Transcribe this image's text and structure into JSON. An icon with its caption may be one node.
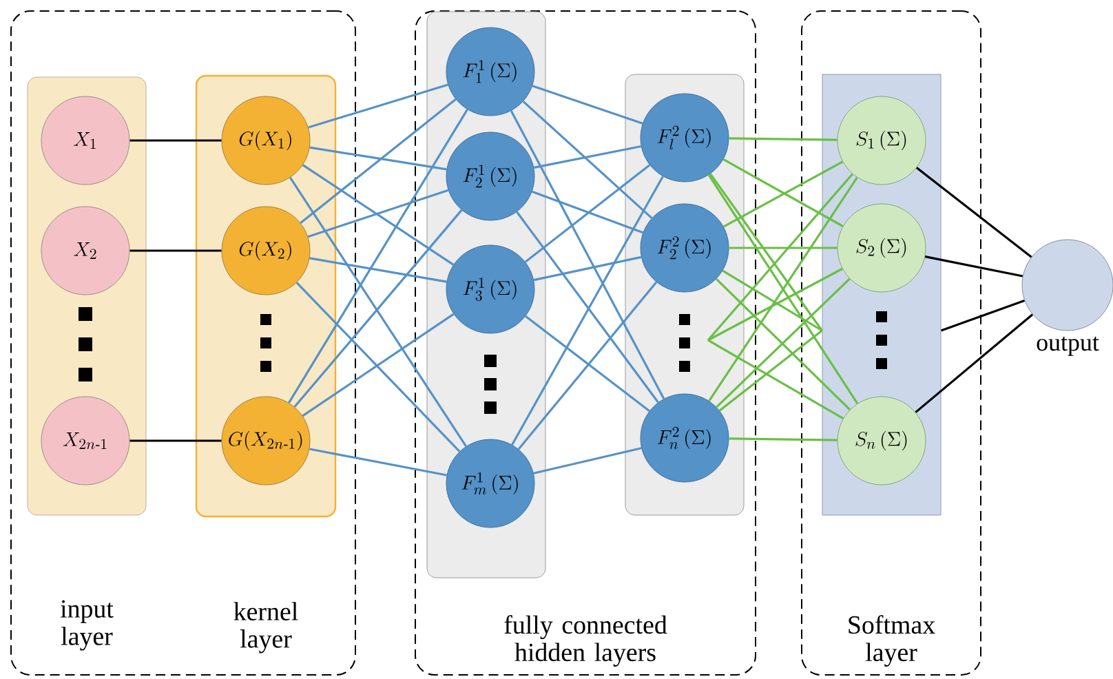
{
  "diagram": {
    "nodes": [
      {
        "text": [],
        "shape": "box"
      },
      {
        "text": [
          "input layer"
        ],
        "in": 0
      },
      {
        "text": [
          "X_1"
        ],
        "in": 1
      },
      {
        "text": [
          "X_2"
        ],
        "in": 1
      },
      {
        "text": [
          "X_{2n\\text{-}1}"
        ],
        "in": 1
      },
      {
        "text": [
          "kernel layer"
        ],
        "in": 0
      },
      {
        "text": [
          "G(X_1)"
        ],
        "in": 5
      },
      {
        "text": [
          "G(X_2)"
        ],
        "in": 5
      },
      {
        "text": [
          "G(X_{2n\\text{-}1})"
        ],
        "in": 5
      },
      {
        "text": [
          "fully connected hidden layers"
        ]
      },
      {
        "text": [],
        "shape": "box",
        "in": 9
      },
      {
        "text": [
          "F_1^1\\left(\\Sigma\\right)"
        ],
        "in": 10
      },
      {
        "text": [
          "F_2^1\\left(\\Sigma\\right)"
        ],
        "in": 10
      },
      {
        "text": [
          "F_3^1\\left(\\Sigma\\right)"
        ],
        "in": 10
      },
      {
        "text": [
          "F_m^1\\left(\\Sigma\\right)"
        ],
        "in": 10
      },
      {
        "text": [],
        "shape": "box",
        "in": 9
      },
      {
        "text": [
          "F_l^2\\left(\\Sigma\\right)"
        ],
        "in": 15
      },
      {
        "text": [
          "F_2^2\\left(\\Sigma\\right)"
        ],
        "in": 15
      },
      {
        "text": [
          "F_n^2\\left(\\Sigma\\right)"
        ],
        "in": 15
      },
      {
        "text": [
          "Softmax layer"
        ]
      },
      {
        "text": [],
        "shape": "box",
        "in": 19
      },
      {
        "text": [
          "S_1\\left(\\Sigma\\right)"
        ],
        "in": 20
      },
      {
        "text": [
          "S_2\\left(\\Sigma\\right)"
        ],
        "in": 20
      },
      {
        "text": [
          "S_n\\left(\\Sigma\\right)"
        ],
        "in": 20
      },
      {
        "text": [
          "output"
        ]
      }
    ],
    "edges": [
      {
        "from": 2,
        "to": 6,
        "arrow": "none",
        "color": "#000000"
      },
      {
        "from": 3,
        "to": 7,
        "arrow": "none",
        "color": "#000000"
      },
      {
        "from": 4,
        "to": 8,
        "arrow": "none",
        "color": "#000000"
      },
      {
        "from": 6,
        "to": 11,
        "arrow": "none"
      },
      {
        "from": 6,
        "to": 12,
        "arrow": "none"
      },
      {
        "from": 6,
        "to": 13,
        "arrow": "none"
      },
      {
        "from": 6,
        "to": 14,
        "arrow": "none"
      },
      {
        "from": 7,
        "to": 11,
        "arrow": "none"
      },
      {
        "from": 7,
        "to": 12,
        "arrow": "none"
      },
      {
        "from": 7,
        "to": 13,
        "arrow": "none"
      },
      {
        "from": 7,
        "to": 14,
        "arrow": "none"
      },
      {
        "from": 8,
        "to": 11,
        "arrow": "none"
      },
      {
        "from": 8,
        "to": 12,
        "arrow": "none"
      },
      {
        "from": 8,
        "to": 13,
        "arrow": "none"
      },
      {
        "from": 8,
        "to": 14,
        "arrow": "none"
      },
      {
        "from": 11,
        "to": 16,
        "arrow": "none"
      },
      {
        "from": 11,
        "to": 17,
        "arrow": "none"
      },
      {
        "from": 11,
        "to": 18,
        "arrow": "none"
      },
      {
        "from": 12,
        "to": 16,
        "arrow": "none"
      },
      {
        "from": 12,
        "to": 17,
        "arrow": "none"
      },
      {
        "from": 12,
        "to": 18,
        "arrow": "none"
      },
      {
        "from": 13,
        "to": 16,
        "arrow": "none"
      },
      {
        "from": 13,
        "to": 17,
        "arrow": "none"
      },
      {
        "from": 13,
        "to": 18,
        "arrow": "none"
      },
      {
        "from": 14,
        "to": 16,
        "arrow": "none"
      },
      {
        "from": 14,
        "to": 17,
        "arrow": "none"
      },
      {
        "from": 14,
        "to": 18,
        "arrow": "none"
      },
      {
        "from": 16,
        "to": 21,
        "arrow": "none",
        "color": "#6abf45"
      },
      {
        "from": 16,
        "to": 22,
        "arrow": "none",
        "color": "#6abf45"
      },
      {
        "from": 16,
        "to": 23,
        "arrow": "none",
        "color": "#6abf45"
      },
      {
        "from": 17,
        "to": 21,
        "arrow": "none",
        "color": "#6abf45"
      },
      {
        "from": 17,
        "to": 22,
        "arrow": "none",
        "color": "#6abf45"
      },
      {
        "from": 17,
        "to": 23,
        "arrow": "none",
        "color": "#6abf45"
      },
      {
        "from": 18,
        "to": 21,
        "arrow": "none",
        "color": "#6abf45"
      },
      {
        "from": 18,
        "to": 22,
        "arrow": "none",
        "color": "#6abf45"
      },
      {
        "from": 18,
        "to": 23,
        "arrow": "none",
        "color": "#6abf45"
      },
      {
        "from": null,
        "to": 21,
        "arrow": "none",
        "color": "#6abf45"
      },
      {
        "from": null,
        "to": 22,
        "arrow": "none",
        "color": "#6abf45"
      },
      {
        "from": null,
        "to": 23,
        "arrow": "none",
        "color": "#6abf45"
      },
      {
        "from": 16,
        "to": 20,
        "arrow": "none",
        "color": "#6abf45"
      },
      {
        "from": 17,
        "to": 20,
        "arrow": "none",
        "color": "#6abf45"
      },
      {
        "from": 18,
        "to": 20,
        "arrow": "none",
        "color": "#6abf45"
      },
      {
        "from": 21,
        "to": 24,
        "arrow": "none",
        "color": "#000000"
      },
      {
        "from": 22,
        "to": 24,
        "arrow": "none",
        "color": "#000000"
      },
      {
        "from": 23,
        "to": 24,
        "arrow": "none",
        "color": "#000000"
      },
      {
        "from": 20,
        "to": 24,
        "arrow": "none",
        "color": "#000000"
      }
    ]
  }
}
